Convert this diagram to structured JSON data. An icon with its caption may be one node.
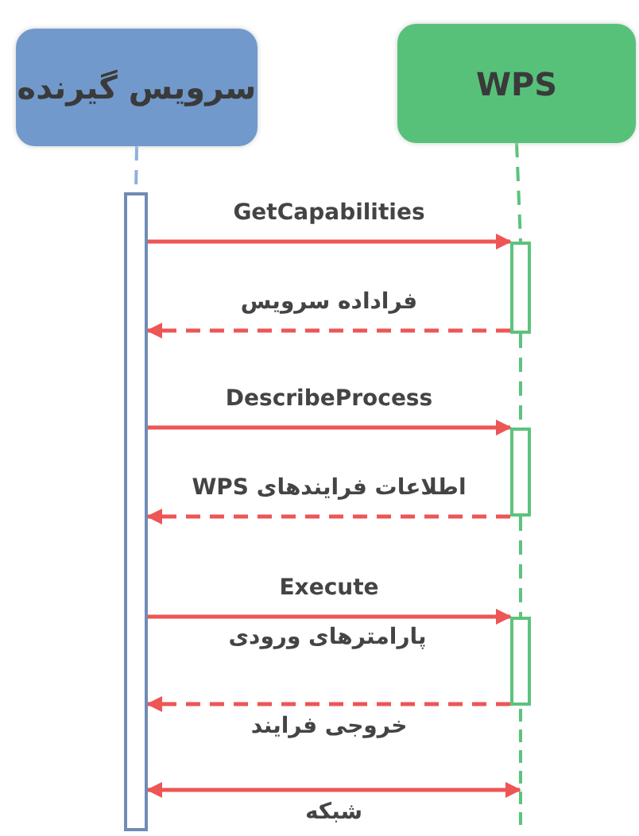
{
  "diagram": {
    "nodes": [
      {
        "text": [
          "سرویس گیرنده"
        ]
      },
      {
        "text": [
          "WPS"
        ]
      },
      {
        "text": [],
        "shape": "bar"
      },
      {
        "text": [],
        "shape": "bar"
      },
      {
        "text": [],
        "shape": "bar"
      },
      {
        "text": [],
        "shape": "bar"
      }
    ],
    "edges": [
      {
        "from": 0,
        "to": 2,
        "arrow": "none",
        "style": "dashed",
        "color": "#8fb0dc"
      },
      {
        "from": 1,
        "to": 3,
        "arrow": "none",
        "style": "dashed",
        "color": "#5cc37c"
      },
      {
        "from": 3,
        "to": 4,
        "arrow": "none",
        "style": "dashed",
        "color": "#5cc37c"
      },
      {
        "from": 4,
        "to": 5,
        "arrow": "none",
        "style": "dashed",
        "color": "#5cc37c"
      },
      {
        "from": 2,
        "to": 3,
        "arrow": "to",
        "label": "GetCapabilities"
      },
      {
        "from": 3,
        "to": 2,
        "arrow": "to",
        "style": "dashed",
        "label": "فراداده سرویس"
      },
      {
        "from": 2,
        "to": 4,
        "arrow": "to",
        "label": "DescribeProcess"
      },
      {
        "from": 4,
        "to": 2,
        "arrow": "to",
        "style": "dashed",
        "label": "اطلاعات فرایندهای WPS"
      },
      {
        "from": 2,
        "to": 5,
        "arrow": "to",
        "label": "Execute"
      },
      {
        "from": 5,
        "to": 2,
        "arrow": "to",
        "style": "dashed",
        "label": "خروجی فرایند"
      },
      {
        "from": 2,
        "to": null,
        "arrow": "both",
        "label": "شبکه"
      }
    ],
    "labels": [
      "پارامترهای ورودی"
    ]
  }
}
